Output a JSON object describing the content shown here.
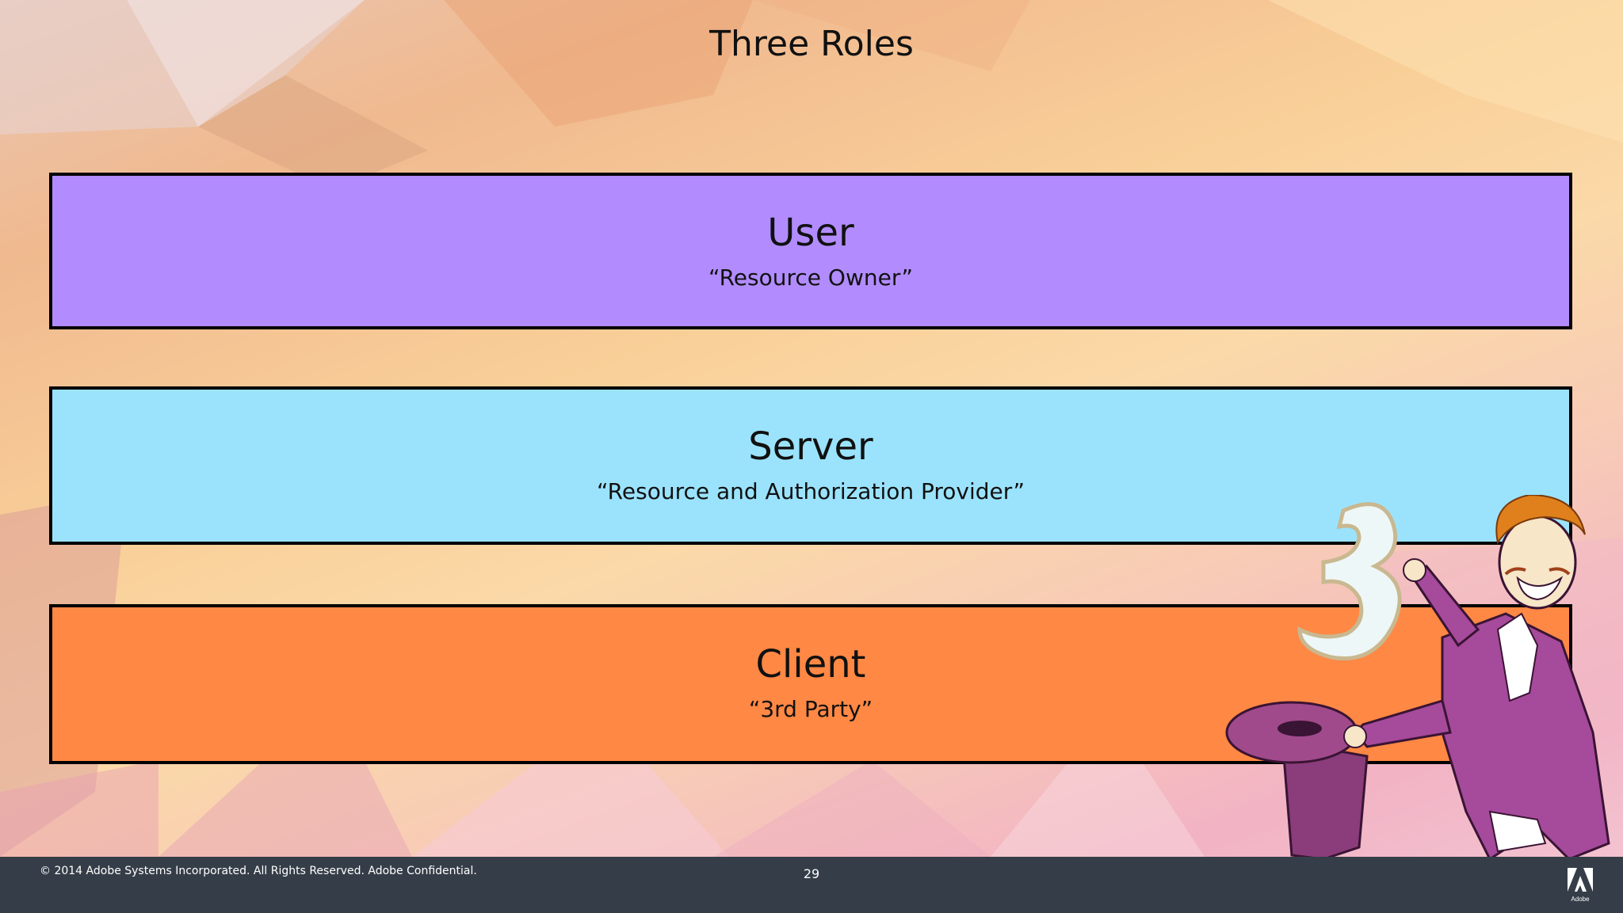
{
  "slide": {
    "title": "Three Roles",
    "page_number": "29"
  },
  "roles": [
    {
      "name": "User",
      "description": "“Resource Owner”",
      "color": "#b28cff"
    },
    {
      "name": "Server",
      "description": "“Resource and Authorization Provider”",
      "color": "#9be3fd"
    },
    {
      "name": "Client",
      "description": "“3rd Party”",
      "color": "#ff8844"
    }
  ],
  "footer": {
    "copyright": "© 2014 Adobe Systems Incorporated.  All Rights Reserved.  Adobe Confidential.",
    "logo_text": "Adobe"
  },
  "colors": {
    "footer_bg": "#353e48"
  },
  "icons": {
    "illustration": "magician-holding-number-3-icon",
    "logo": "adobe-logo-icon"
  }
}
